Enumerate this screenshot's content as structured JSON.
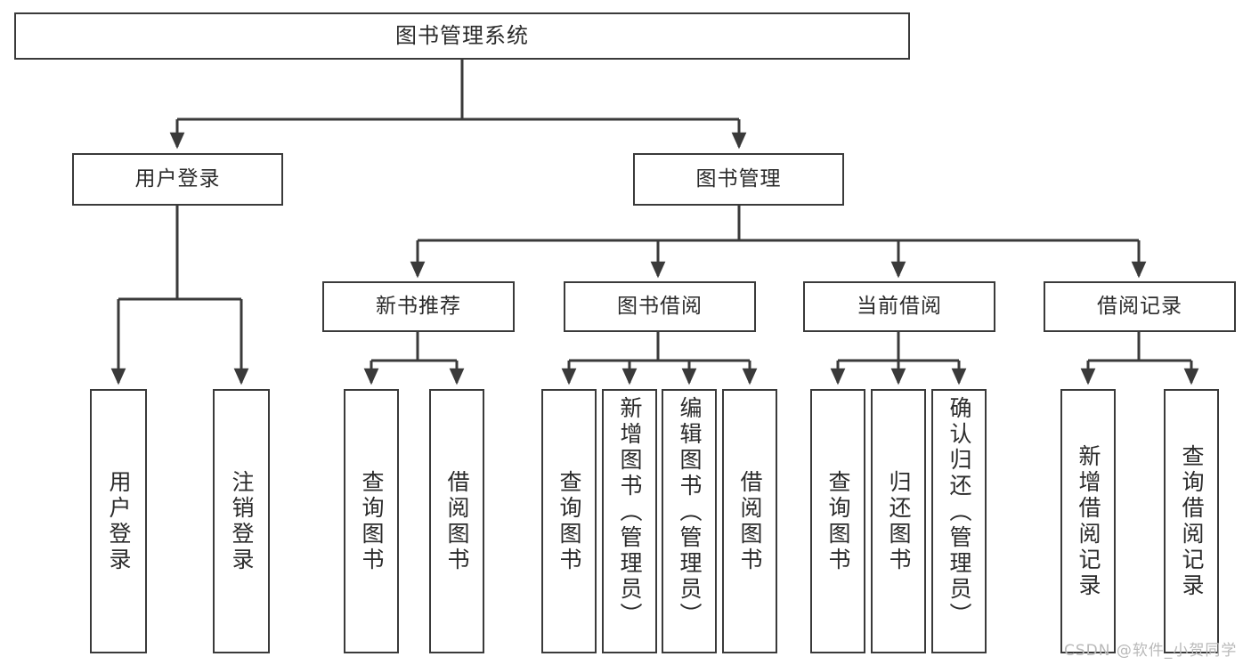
{
  "diagram": {
    "type": "tree-hierarchy",
    "title": "图书管理系统",
    "root": {
      "id": "root",
      "label": "图书管理系统"
    },
    "level2": [
      {
        "id": "user-login",
        "label": "用户登录"
      },
      {
        "id": "book-manage",
        "label": "图书管理"
      }
    ],
    "level3": [
      {
        "id": "new-book-rec",
        "label": "新书推荐",
        "parent": "book-manage"
      },
      {
        "id": "book-borrow",
        "label": "图书借阅",
        "parent": "book-manage"
      },
      {
        "id": "current-borrow",
        "label": "当前借阅",
        "parent": "book-manage"
      },
      {
        "id": "borrow-record",
        "label": "借阅记录",
        "parent": "book-manage"
      }
    ],
    "leaves": [
      {
        "id": "leaf-user-login",
        "label": "用户登录",
        "parent": "user-login"
      },
      {
        "id": "leaf-logout",
        "label": "注销登录",
        "parent": "user-login"
      },
      {
        "id": "leaf-query-book-1",
        "label": "查询图书",
        "parent": "new-book-rec"
      },
      {
        "id": "leaf-borrow-book-1",
        "label": "借阅图书",
        "parent": "new-book-rec"
      },
      {
        "id": "leaf-query-book-2",
        "label": "查询图书",
        "parent": "book-borrow"
      },
      {
        "id": "leaf-add-book",
        "label": "新增图书（管理员）",
        "parent": "book-borrow"
      },
      {
        "id": "leaf-edit-book",
        "label": "编辑图书（管理员）",
        "parent": "book-borrow"
      },
      {
        "id": "leaf-borrow-book-2",
        "label": "借阅图书",
        "parent": "book-borrow"
      },
      {
        "id": "leaf-query-book-3",
        "label": "查询图书",
        "parent": "current-borrow"
      },
      {
        "id": "leaf-return-book",
        "label": "归还图书",
        "parent": "current-borrow"
      },
      {
        "id": "leaf-confirm-return",
        "label": "确认归还（管理员）",
        "parent": "current-borrow"
      },
      {
        "id": "leaf-add-record",
        "label": "新增借阅记录",
        "parent": "borrow-record"
      },
      {
        "id": "leaf-query-record",
        "label": "查询借阅记录",
        "parent": "borrow-record"
      }
    ],
    "colors": {
      "box_border": "#3a3a3a",
      "box_fill": "#ffffff",
      "connector": "#3a3a3a",
      "text": "#2b2b2b",
      "watermark": "#b9b9b9",
      "background": "#ffffff"
    }
  },
  "watermark": {
    "text": "CSDN @软件_小贺同学"
  }
}
